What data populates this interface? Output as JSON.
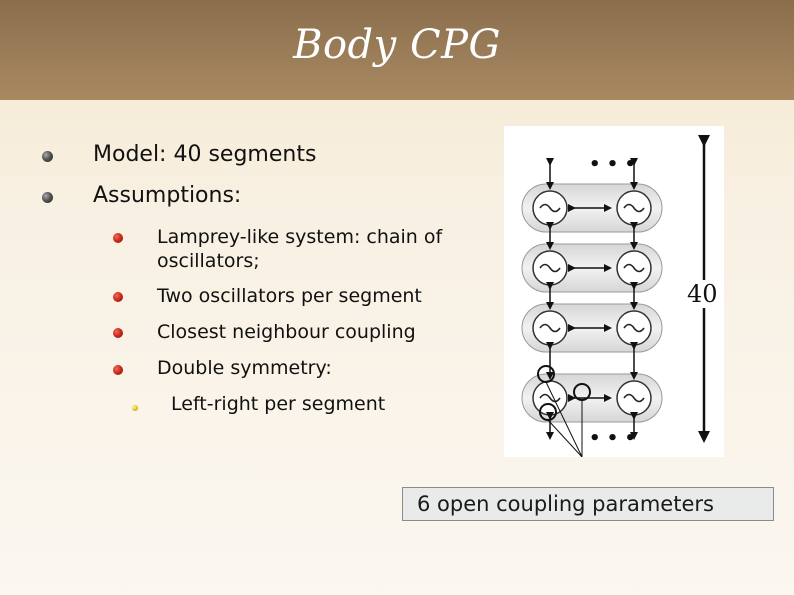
{
  "slide": {
    "title": "Body CPG"
  },
  "bullets": {
    "model": "Model: 40 segments",
    "assumptions": "Assumptions:",
    "lamprey": [
      "Lamprey-like system: chain of",
      "oscillators;"
    ],
    "two_oscillators": "Two oscillators per segment",
    "closest_coupling": "Closest neighbour coupling",
    "double_symmetry": "Double symmetry:",
    "left_right": "Left-right per segment"
  },
  "figure": {
    "segment_count_label": "40",
    "top_dots": "• • •",
    "bottom_dots": "• • •",
    "oscillator_symbol": "~"
  },
  "callout": {
    "text": "6 open coupling parameters"
  },
  "colors": {
    "title_bar": "#9c7e5a",
    "background": "#f8f0e2",
    "bullet_level1": "#444444",
    "bullet_level2": "#c9271c",
    "bullet_level3": "#e0c020",
    "callout_bg": "#e9eaea"
  }
}
